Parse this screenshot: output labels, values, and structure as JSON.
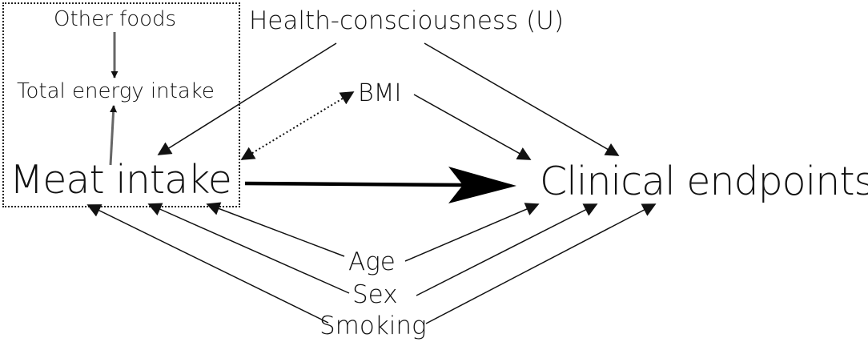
{
  "nodes": {
    "other_foods": "Other foods",
    "total_energy_intake": "Total energy intake",
    "health_consciousness": "Health-consciousness (U)",
    "bmi": "BMI",
    "meat_intake": "Meat intake",
    "clinical_endpoints": "Clinical endpoints",
    "age": "Age",
    "sex": "Sex",
    "smoking": "Smoking"
  },
  "colors": {
    "ink": "#111111",
    "background": "#ffffff"
  }
}
